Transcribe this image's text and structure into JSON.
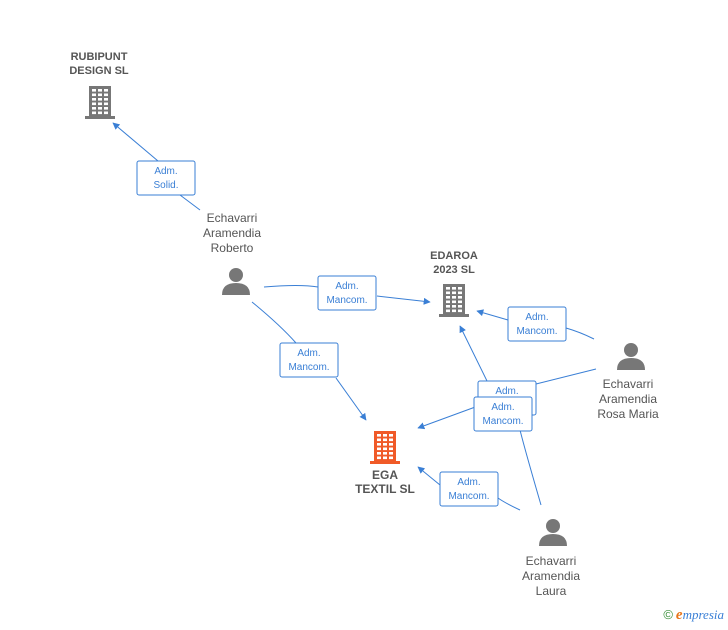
{
  "nodes": [
    {
      "id": "rubipunt",
      "type": "company",
      "label": [
        "RUBIPUNT",
        "DESIGN SL"
      ],
      "color": "#777777"
    },
    {
      "id": "edaroa",
      "type": "company",
      "label": [
        "EDAROA",
        "2023  SL"
      ],
      "color": "#777777"
    },
    {
      "id": "ega",
      "type": "company-focus",
      "label": [
        "EGA",
        "TEXTIL  SL"
      ],
      "color": "#f05a28"
    },
    {
      "id": "roberto",
      "type": "person",
      "label": [
        "Echavarri",
        "Aramendia",
        "Roberto"
      ],
      "color": "#777777"
    },
    {
      "id": "rosa",
      "type": "person",
      "label": [
        "Echavarri",
        "Aramendia",
        "Rosa Maria"
      ],
      "color": "#777777"
    },
    {
      "id": "laura",
      "type": "person",
      "label": [
        "Echavarri",
        "Aramendia",
        "Laura"
      ],
      "color": "#777777"
    }
  ],
  "edges": [
    {
      "id": "roberto-rubipunt",
      "from": "roberto",
      "to": "rubipunt",
      "label": [
        "Adm.",
        "Solid."
      ]
    },
    {
      "id": "roberto-edaroa",
      "from": "roberto",
      "to": "edaroa",
      "label": [
        "Adm.",
        "Mancom."
      ]
    },
    {
      "id": "roberto-ega",
      "from": "roberto",
      "to": "ega",
      "label": [
        "Adm.",
        "Mancom."
      ]
    },
    {
      "id": "rosa-edaroa",
      "from": "rosa",
      "to": "edaroa",
      "label": [
        "Adm.",
        "Mancom."
      ]
    },
    {
      "id": "rosa-ega",
      "from": "rosa",
      "to": "ega",
      "label": [
        "Adm.",
        "Mancom."
      ]
    },
    {
      "id": "laura-edaroa",
      "from": "laura",
      "to": "edaroa",
      "label": [
        "Adm.",
        "Mancom."
      ]
    },
    {
      "id": "laura-ega",
      "from": "laura",
      "to": "ega",
      "label": [
        "Adm.",
        "Mancom."
      ]
    }
  ],
  "colors": {
    "edge": "#3a7fd5",
    "text": "#555555"
  },
  "footer": {
    "copyright": "©",
    "brand_initial": "e",
    "brand_rest": "mpresia"
  }
}
